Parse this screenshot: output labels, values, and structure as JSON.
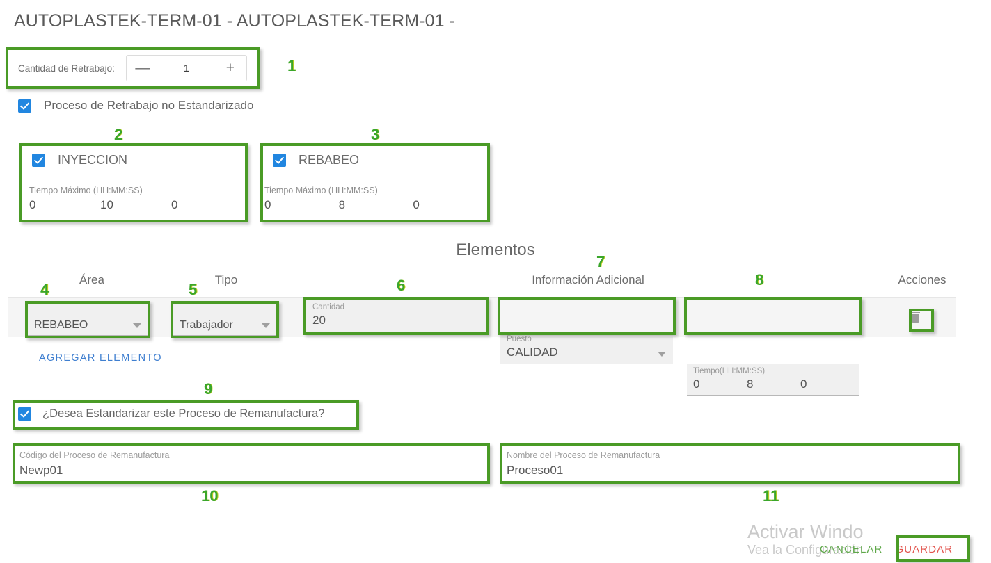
{
  "page": {
    "title": "AUTOPLASTEK-TERM-01 - AUTOPLASTEK-TERM-01 -"
  },
  "quantity": {
    "label": "Cantidad de Retrabajo:",
    "minus": "—",
    "value": "1",
    "plus": "+"
  },
  "non_standard": {
    "label": "Proceso de Retrabajo no Estandarizado",
    "checked": "true"
  },
  "processes": [
    {
      "name": "INYECCION",
      "checked": "true",
      "time_label": "Tiempo Máximo (HH:MM:SS)",
      "hours": "0",
      "minutes": "10",
      "seconds": "0"
    },
    {
      "name": "REBABEO",
      "checked": "true",
      "time_label": "Tiempo Máximo (HH:MM:SS)",
      "hours": "0",
      "minutes": "8",
      "seconds": "0"
    }
  ],
  "elements": {
    "title": "Elementos",
    "columns": {
      "area": "Área",
      "tipo": "Tipo",
      "cantidad": "",
      "info": "Información Adicional",
      "tiempo": "",
      "acciones": "Acciones"
    },
    "row": {
      "area_value": "REBABEO",
      "tipo_value": "Trabajador",
      "cantidad_label": "Cantidad",
      "cantidad_value": "20",
      "puesto_label": "Puesto",
      "puesto_value": "CALIDAD",
      "tiempo_label": "Tiempo(HH:MM:SS)",
      "tiempo_hours": "0",
      "tiempo_minutes": "8",
      "tiempo_seconds": "0",
      "delete_icon": "trash-icon"
    },
    "add_link": "AGREGAR ELEMENTO"
  },
  "standardize": {
    "label": "¿Desea Estandarizar este Proceso de Remanufactura?",
    "checked": "true"
  },
  "remanufacture": {
    "code_label": "Código del Proceso de Remanufactura",
    "code_value": "Newp01",
    "name_label": "Nombre del Proceso de Remanufactura",
    "name_value": "Proceso01"
  },
  "footer": {
    "cancel": "CANCELAR",
    "save": "GUARDAR"
  },
  "watermark": {
    "line1": "Activar Windo",
    "line2": "Vea la Configuración"
  },
  "annotations": {
    "n1": "1",
    "n2": "2",
    "n3": "3",
    "n4": "4",
    "n5": "5",
    "n6": "6",
    "n7": "7",
    "n8": "8",
    "n9": "9",
    "n10": "10",
    "n11": "11"
  },
  "colors": {
    "annotation_green": "#4a9b26",
    "annotation_number": "#3aa62b",
    "checkbox_blue": "#2186e0",
    "link_blue": "#3f7fd0",
    "cancel_green": "#5fa84a",
    "save_red": "#e2554e"
  }
}
